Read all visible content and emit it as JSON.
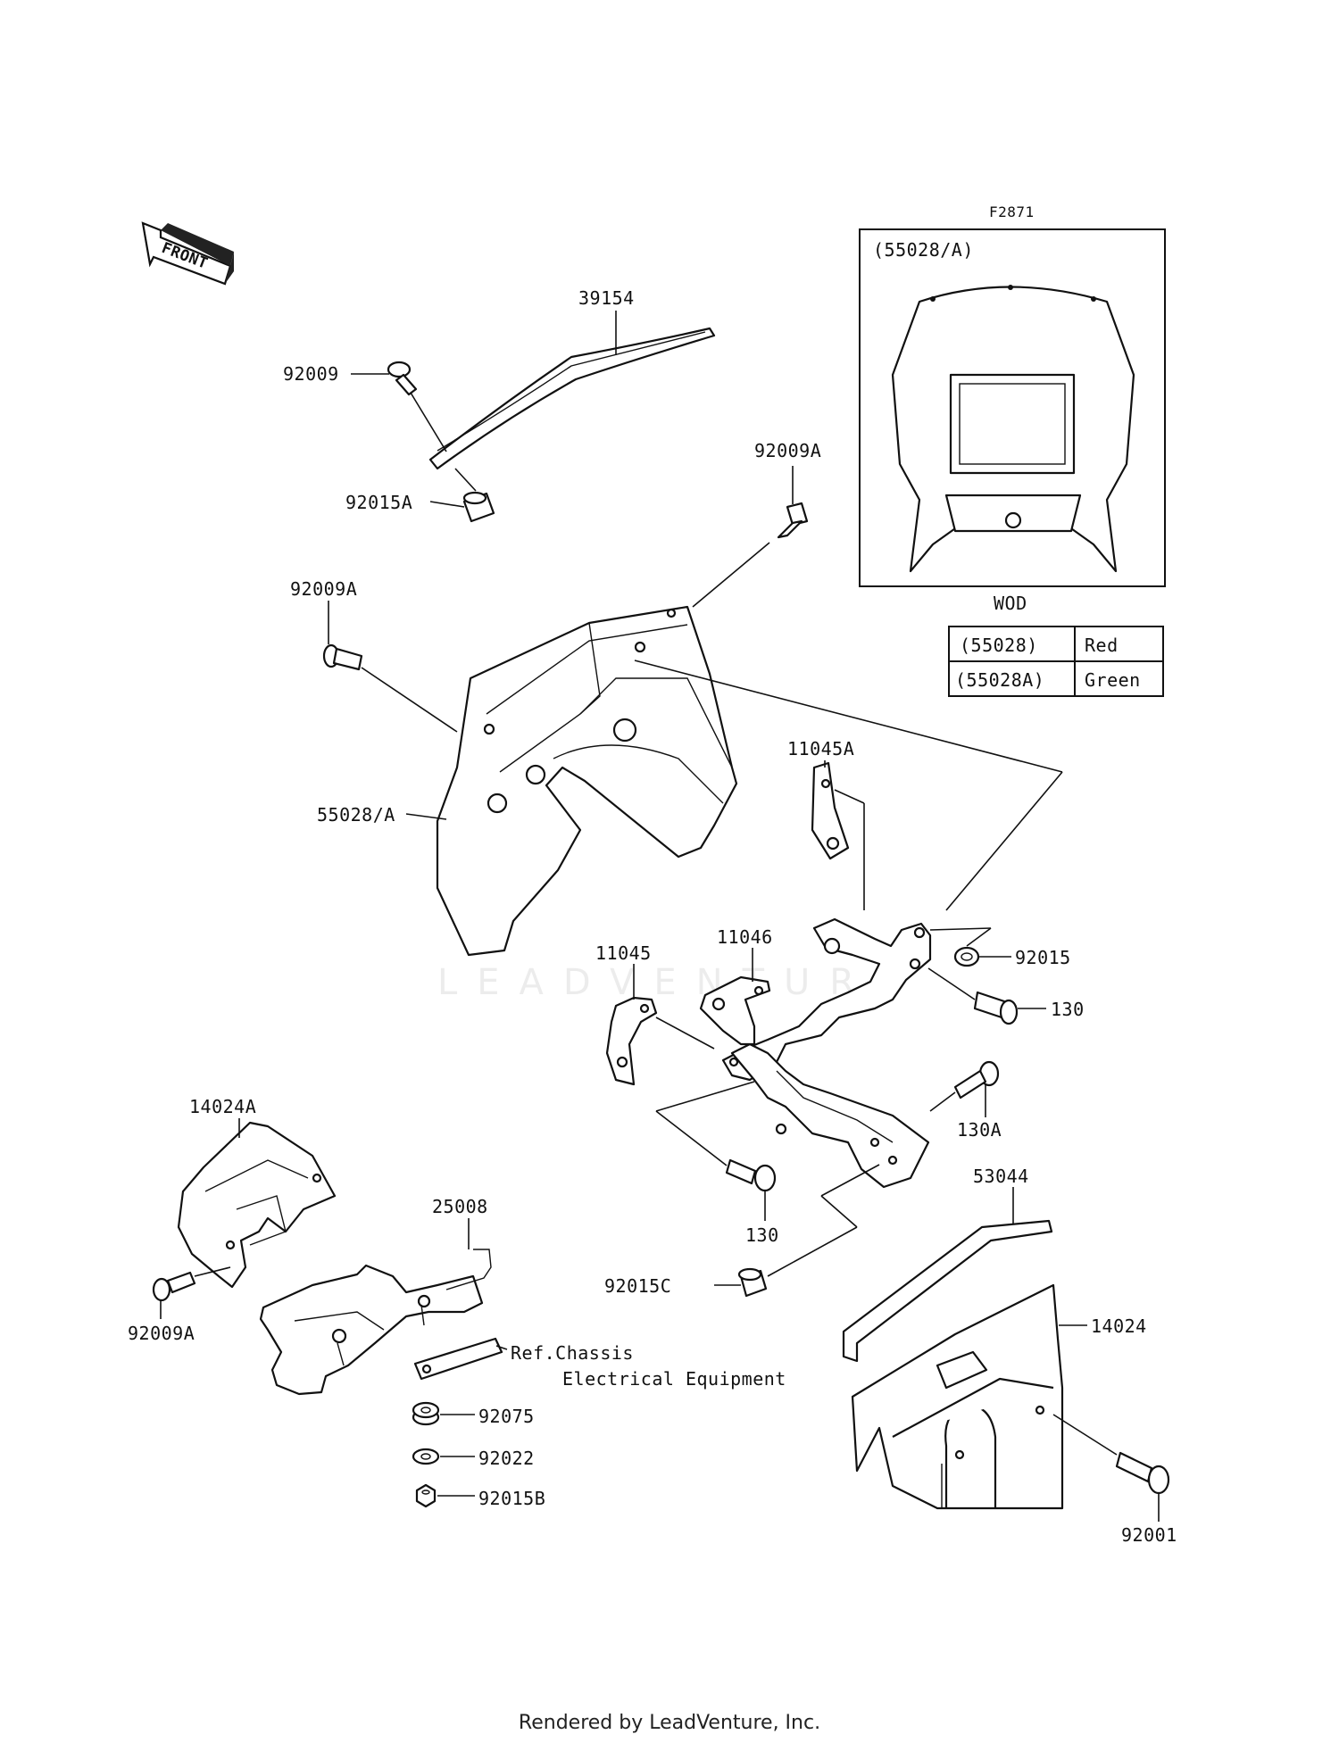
{
  "diagram_id": "F2871",
  "front_arrow_label": "FRONT",
  "inset": {
    "title": "(55028/A)",
    "caption": "WOD"
  },
  "color_table": {
    "rows": [
      {
        "part": "(55028)",
        "color": "Red"
      },
      {
        "part": "(55028A)",
        "color": "Green"
      }
    ]
  },
  "callouts": {
    "p39154": "39154",
    "p92009": "92009",
    "p92015A": "92015A",
    "p92009A_top": "92009A",
    "p92009A_left": "92009A",
    "p55028A": "55028/A",
    "p11045A": "11045A",
    "p11046": "11046",
    "p11045": "11045",
    "p92015": "92015",
    "p130_right": "130",
    "p130A": "130A",
    "p130_bottom": "130",
    "p92015C": "92015C",
    "p14024A": "14024A",
    "p25008": "25008",
    "p92009A_bottom": "92009A",
    "ref_chassis_1": "Ref.Chassis",
    "ref_chassis_2": "Electrical Equipment",
    "p92075": "92075",
    "p92022": "92022",
    "p92015B": "92015B",
    "p53044": "53044",
    "p14024": "14024",
    "p92001": "92001"
  },
  "watermark": "LEADVENTURE",
  "footer": "Rendered by LeadVenture, Inc."
}
